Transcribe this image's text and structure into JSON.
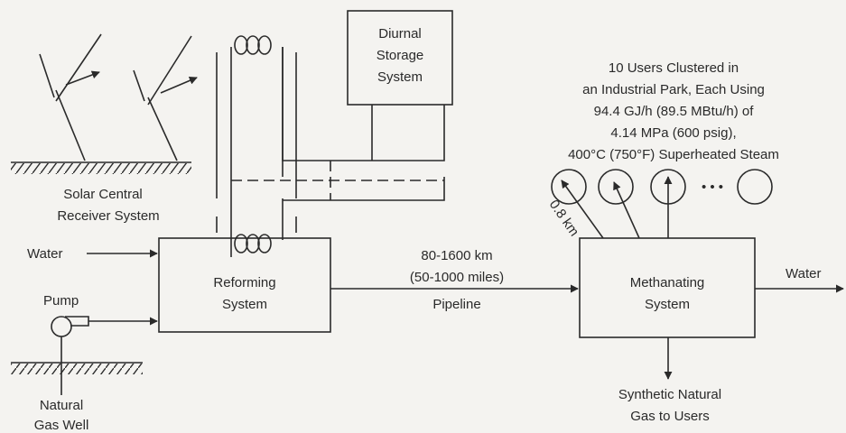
{
  "labels": {
    "diurnal_1": "Diurnal",
    "diurnal_2": "Storage",
    "diurnal_3": "System",
    "users_1": "10 Users Clustered in",
    "users_2": "an Industrial Park, Each Using",
    "users_3": "94.4 GJ/h (89.5 MBtu/h) of",
    "users_4": "4.14 MPa (600 psig),",
    "users_5": "400°C (750°F) Superheated Steam",
    "solar_1": "Solar Central",
    "solar_2": "Receiver System",
    "water_in": "Water",
    "pump": "Pump",
    "gas_well_1": "Natural",
    "gas_well_2": "Gas Well",
    "reforming_1": "Reforming",
    "reforming_2": "System",
    "distance_1": "80-1600 km",
    "distance_2": "(50-1000 miles)",
    "pipeline": "Pipeline",
    "spacing": "0.8 km",
    "ellipsis": "• • •",
    "methanating_1": "Methanating",
    "methanating_2": "System",
    "water_out": "Water",
    "sng_1": "Synthetic Natural",
    "sng_2": "Gas to Users"
  },
  "colors": {
    "ink": "#2a2a2a",
    "paper": "#f4f3f0"
  }
}
